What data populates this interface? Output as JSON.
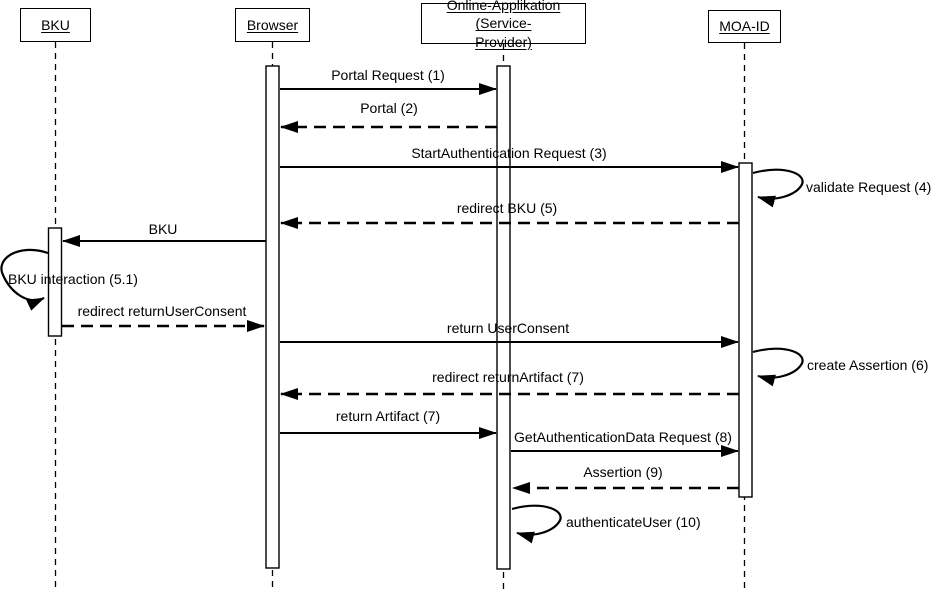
{
  "diagram": {
    "type": "uml-sequence-diagram",
    "background_color": "#ffffff",
    "line_color": "#000000"
  },
  "actors": [
    {
      "id": "bku",
      "label": "BKU"
    },
    {
      "id": "browser",
      "label": "Browser"
    },
    {
      "id": "online_app",
      "label_line1": "Online-Applikation (Service-",
      "label_line2": "Provider)",
      "full_name": "Online-Applikation (Service-Provider)"
    },
    {
      "id": "moa_id",
      "label": "MOA-ID"
    }
  ],
  "messages": [
    {
      "label": "Portal Request (1)",
      "from": "Browser",
      "to": "Online-Applikation (Service-Provider)",
      "type": "solid"
    },
    {
      "label": "Portal (2)",
      "from": "Online-Applikation (Service-Provider)",
      "to": "Browser",
      "type": "dashed"
    },
    {
      "label": "StartAuthentication Request (3)",
      "from": "Browser",
      "to": "MOA-ID",
      "type": "solid"
    },
    {
      "label": "validate Request (4)",
      "from": "MOA-ID",
      "to": "MOA-ID",
      "type": "self"
    },
    {
      "label": "redirect BKU (5)",
      "from": "MOA-ID",
      "to": "Browser",
      "type": "dashed"
    },
    {
      "label": "BKU",
      "from": "Browser",
      "to": "BKU",
      "type": "solid"
    },
    {
      "label": "BKU interaction (5.1)",
      "from": "BKU",
      "to": "BKU",
      "type": "self"
    },
    {
      "label": "redirect returnUserConsent",
      "from": "BKU",
      "to": "Browser",
      "type": "dashed"
    },
    {
      "label": "return UserConsent",
      "from": "Browser",
      "to": "MOA-ID",
      "type": "solid"
    },
    {
      "label": "create Assertion (6)",
      "from": "MOA-ID",
      "to": "MOA-ID",
      "type": "self"
    },
    {
      "label": "redirect returnArtifact (7)",
      "from": "MOA-ID",
      "to": "Browser",
      "type": "dashed"
    },
    {
      "label": "return Artifact (7)",
      "from": "Browser",
      "to": "Online-Applikation (Service-Provider)",
      "type": "solid"
    },
    {
      "label": "GetAuthenticationData Request (8)",
      "from": "Online-Applikation (Service-Provider)",
      "to": "MOA-ID",
      "type": "solid"
    },
    {
      "label": "Assertion (9)",
      "from": "MOA-ID",
      "to": "Online-Applikation (Service-Provider)",
      "type": "dashed"
    },
    {
      "label": "authenticateUser (10)",
      "from": "Online-Applikation (Service-Provider)",
      "to": "Online-Applikation (Service-Provider)",
      "type": "self"
    }
  ]
}
